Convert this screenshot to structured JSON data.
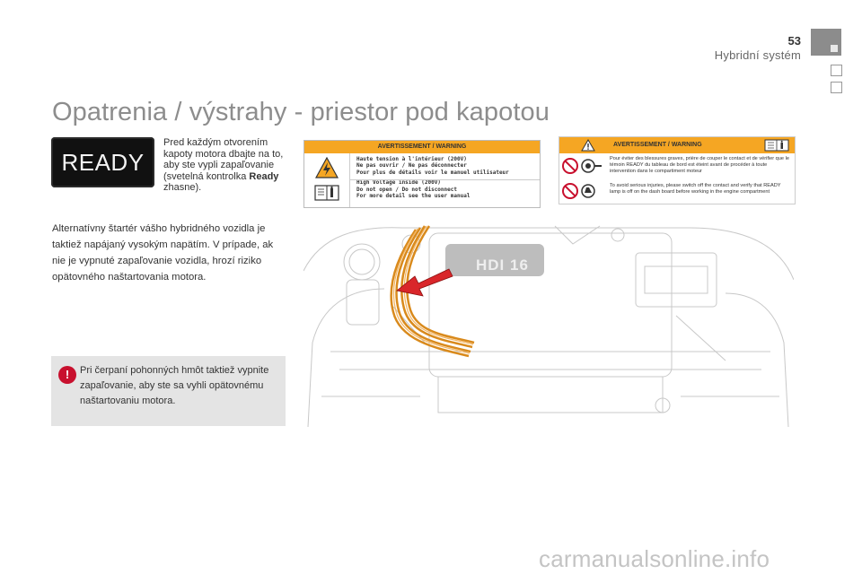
{
  "header": {
    "page_number": "53",
    "section": "Hybridní systém"
  },
  "title": "Opatrenia / výstrahy - priestor pod kapotou",
  "ready_badge": {
    "label": "READY"
  },
  "intro": {
    "text_before": "Pred každým otvorením kapoty motora dbajte na to, aby ste vypli zapaľovanie (svetelná kontrolka ",
    "bold_word": "Ready",
    "text_after": " zhasne)."
  },
  "body_paragraph": "Alternatívny štartér vášho hybridného vozidla je taktiež napájaný vysokým napätím. V prípade, ak nie je vypnuté zapaľovanie vozidla, hrozí riziko opätovného naštartovania motora.",
  "note": {
    "icon": "exclamation-icon",
    "text": "Pri čerpaní pohonných hmôt taktiež vypnite zapaľovanie, aby ste sa vyhli opätovnému naštartovaniu motora."
  },
  "warning_label_1": {
    "header": "AVERTISSEMENT / WARNING",
    "fr_lines": [
      "Haute tension à l'intérieur (200V)",
      "Ne pas ouvrir / Ne pas déconnecter",
      "Pour plus de détails voir le manuel utilisateur"
    ],
    "en_lines": [
      "High Voltage inside (200V)",
      "Do not open / Do not disconnect",
      "For more detail see the user manual"
    ]
  },
  "warning_label_2": {
    "header": "AVERTISSEMENT / WARNING",
    "fr_text": "Pour éviter des blessures graves, prière de couper le contact et de vérifier que le témoin READY du tableau de bord est éteint avant de procéder à toute intervention dans le compartiment moteur",
    "en_text": "To avoid serious injuries, please switch off the contact and verify that READY lamp is off on the dash board before working in the engine compartment"
  },
  "engine_illustration": {
    "engine_badge": "HDI 16"
  },
  "watermark": "carmanualsonline.info",
  "colors": {
    "warning_orange": "#f5a623",
    "alert_red": "#c8102e",
    "cable_orange": "#e8891c",
    "arrow_red": "#d9262a",
    "title_grey": "#8d8d8d"
  }
}
